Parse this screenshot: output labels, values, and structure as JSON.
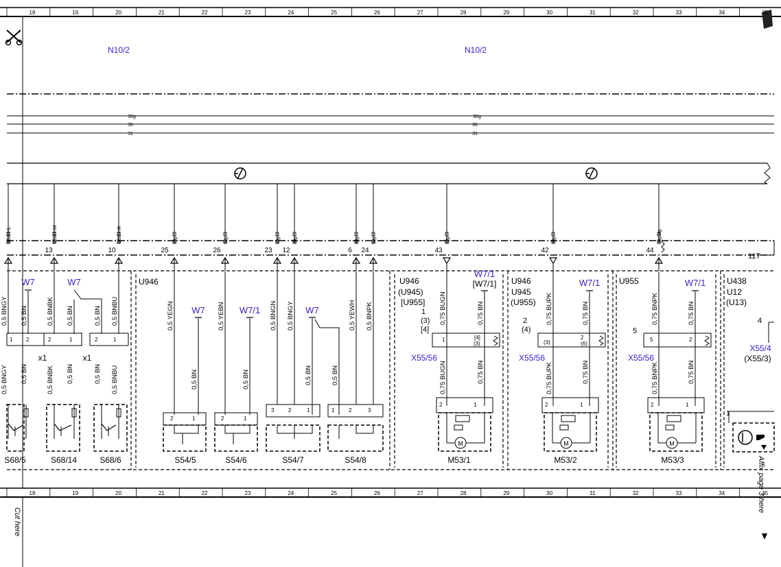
{
  "ruler": {
    "columns": [
      "18",
      "19",
      "20",
      "21",
      "22",
      "23",
      "24",
      "25",
      "26",
      "27",
      "28",
      "29",
      "30",
      "31",
      "32",
      "33",
      "34",
      "35"
    ]
  },
  "modules": [
    "N10/2",
    "N10/2"
  ],
  "bus": {
    "top_labels": [
      "30g",
      "30",
      "31",
      "30g",
      "30",
      "31"
    ],
    "right_label": "11T"
  },
  "signals": {
    "labels": [
      "GSS HL",
      "GSS HM",
      "GSS HR",
      "Sig.",
      "Sig.",
      "Sig.",
      "Sig.",
      "Sig.",
      "Sig.",
      "Sig.",
      "Sig.",
      "Sig.",
      "Sig."
    ],
    "pins": [
      "13",
      "10",
      "25",
      "26",
      "23",
      "12",
      "6",
      "24",
      "43",
      "42",
      "44"
    ]
  },
  "groups": {
    "u946": "U946",
    "u946b": [
      "U946",
      "(U945)",
      "[U955]"
    ],
    "u946b_pins": [
      "1",
      "(3)",
      "[4]"
    ],
    "u946c": [
      "U946",
      "U945",
      "(U955)"
    ],
    "u946c_pins": [
      "2",
      "(4)"
    ],
    "u955": "U955",
    "u955_pin": "5",
    "u438": [
      "U438",
      "U12",
      "(U13)"
    ],
    "u438_pin": "4"
  },
  "grounds": {
    "labels": [
      "W7",
      "W7",
      "W7",
      "W7/1",
      "W7/1",
      "W7",
      "W7/1",
      "W7/1"
    ],
    "bracket": "[W7/1]"
  },
  "wires": [
    "0,5 BNGY",
    "0,5 BN",
    "0,5 BNBK",
    "0,5 BN",
    "0,5 BN",
    "0,5 BNBU",
    "0,5 YEGN",
    "0,5 YEBN",
    "0,5 BNGN",
    "0,5 BNGY",
    "0,5 YEWH",
    "0,5 BNPK",
    "0,75 BUGN",
    "0,75 BN",
    "0,75 BUPK",
    "0,75 BN",
    "0,75 BNPK",
    "0,75 BN",
    "0,5 BNGY",
    "0,5 BN",
    "0,5 BNBK",
    "0,5 BN",
    "0,5 BN",
    "0,5 BNBU",
    "0,5 BN",
    "0,5 BN",
    "0,5 BN",
    "0,5 BN",
    "0,75 BUGN",
    "0,75 BN",
    "0,75 BUPK",
    "0,75 BN",
    "0,75 BNPK",
    "0,75 BN"
  ],
  "connectors": {
    "multipliers": [
      "x1",
      "x1"
    ],
    "x55": [
      "X55/56",
      "X55/56",
      "X55/56"
    ],
    "x55_4": [
      "X55/4",
      "(X55/3)"
    ],
    "pin_sets": [
      "2",
      "1",
      "2",
      "1",
      "2",
      "1",
      "1",
      "2",
      "1",
      "2",
      "3",
      "2",
      "1",
      "1",
      "2",
      "3",
      "1",
      "2",
      "[4]",
      "(3)",
      "2",
      "(6)",
      "5",
      "2",
      "2",
      "1",
      "2",
      "1",
      "2",
      "1",
      "1"
    ]
  },
  "components": [
    "S68/5",
    "S68/14",
    "S68/6",
    "S54/5",
    "S54/6",
    "S54/7",
    "S54/8",
    "M53/1",
    "M53/2",
    "M53/3"
  ],
  "motor_symbol": "M",
  "margin": {
    "cut": "Cut here",
    "affix": "Affix page 3 here"
  },
  "icons": [
    "scissors-icon",
    "ground-symbol-icon",
    "ground-symbol-icon",
    "transistor-icon",
    "hand-pointer-icon",
    "page-corner-icon"
  ]
}
